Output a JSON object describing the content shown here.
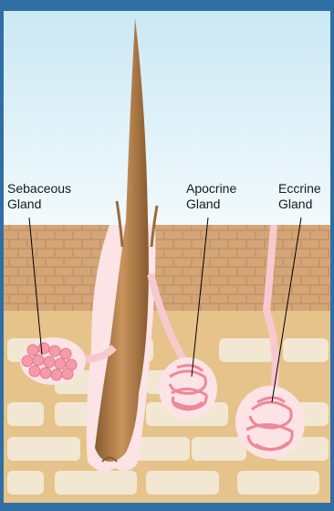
{
  "labels": {
    "sebaceous": {
      "line1": "Sebaceous",
      "line2": "Gland"
    },
    "apocrine": {
      "line1": "Apocrine",
      "line2": "Gland"
    },
    "eccrine": {
      "line1": "Eccrine",
      "line2": "Gland"
    }
  },
  "colors": {
    "sky": "#d8eef6",
    "frame": "#2f6fa3",
    "epidermis": "#c89a6c",
    "dermis": "#e7c48b",
    "brick_light": "#f1e8d6",
    "hair": "#b58450",
    "gland_pink": "#f08a9a",
    "duct_pink": "#f7c9cf"
  }
}
